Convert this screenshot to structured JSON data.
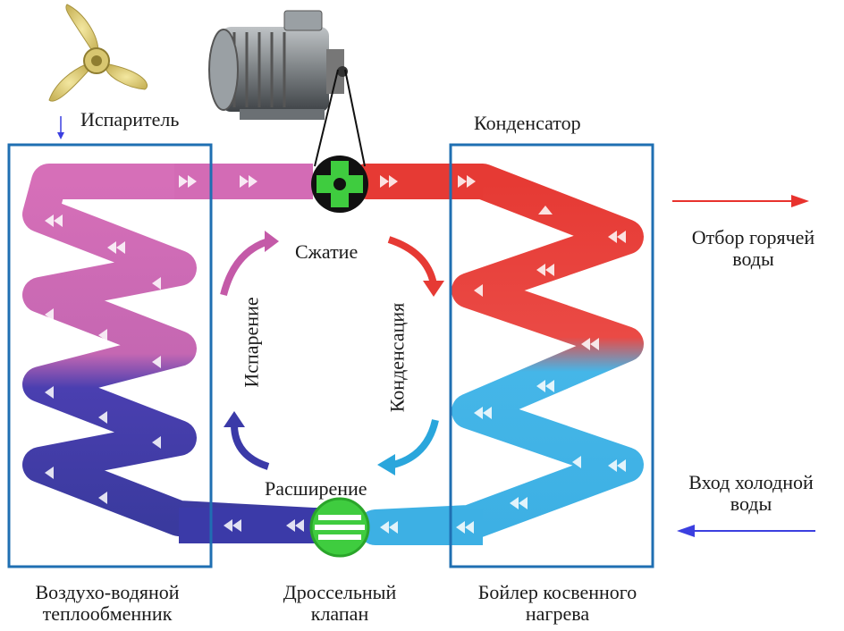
{
  "labels": {
    "evaporator": "Испаритель",
    "condenser": "Конденсатор",
    "hot_water_out_1": "Отбор горячей",
    "hot_water_out_2": "воды",
    "cold_water_in_1": "Вход холодной",
    "cold_water_in_2": "воды",
    "compression": "Сжатие",
    "condensation": "Конденсация",
    "evaporation": "Испарение",
    "expansion": "Расширение",
    "air_water_hx_1": "Воздухо-водяной",
    "air_water_hx_2": "теплообменник",
    "throttle_valve_1": "Дроссельный",
    "throttle_valve_2": "клапан",
    "boiler_1": "Бойлер косвенного",
    "boiler_2": "нагрева"
  },
  "colors": {
    "frame": "#1f6fb2",
    "hot_pipe": "#e8322d",
    "hot_arrow": "#e8322d",
    "cold_pipe": "#3fb4e6",
    "cold_arrow": "#3b3fe0",
    "evap_pink": "#d36bb5",
    "evap_blue": "#3b3aa8",
    "compressor": "#3fcc3f",
    "valve": "#3fcc3f"
  },
  "icons": [
    "fan-icon",
    "motor-icon",
    "compressor-icon",
    "valve-icon"
  ]
}
